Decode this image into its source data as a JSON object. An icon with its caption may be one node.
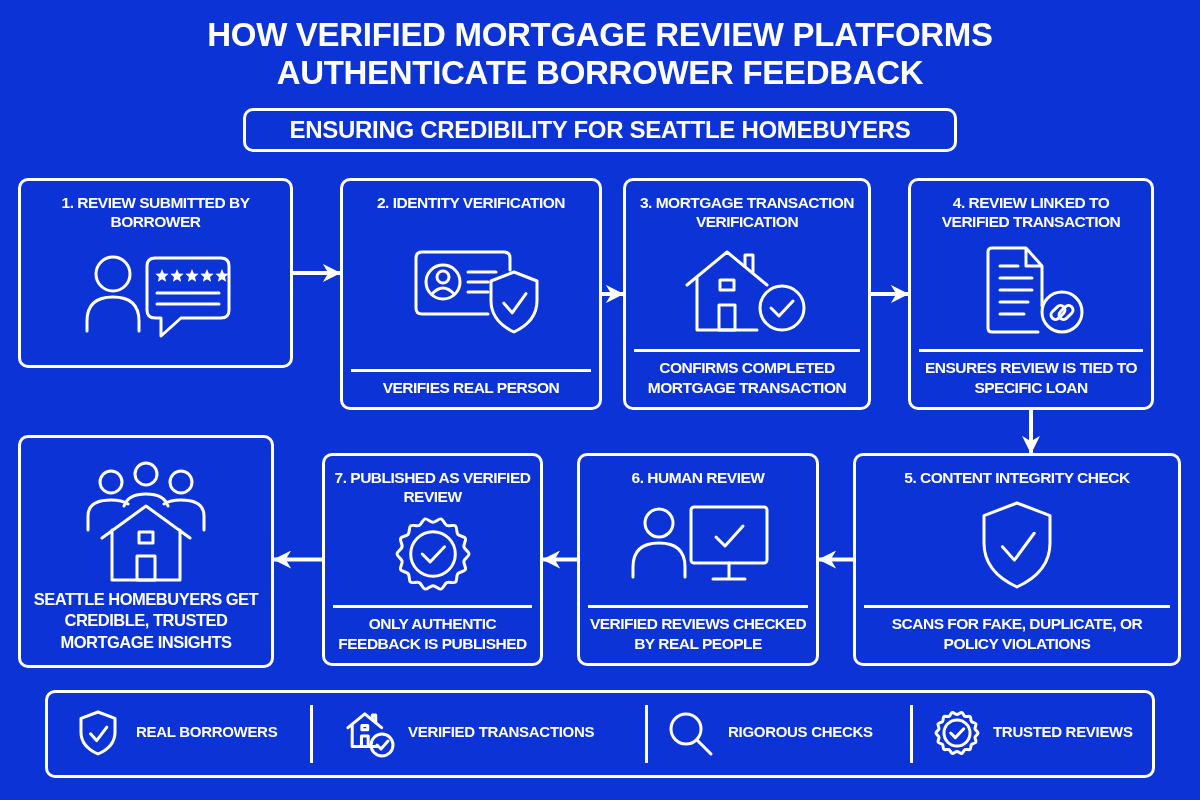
{
  "diagram": {
    "title": "HOW VERIFIED MORTGAGE REVIEW PLATFORMS AUTHENTICATE BORROWER FEEDBACK",
    "nodes": [
      {
        "text": [
          "ENSURING CREDIBILITY FOR SEATTLE HOMEBUYERS"
        ]
      },
      {
        "text": [
          "1. REVIEW SUBMITTED BY BORROWER"
        ]
      },
      {
        "text": [
          "2. IDENTITY VERIFICATION",
          "VERIFIES REAL PERSON"
        ]
      },
      {
        "text": [
          "3. MORTGAGE TRANSACTION VERIFICATION",
          "CONFIRMS COMPLETED MORTGAGE TRANSACTION"
        ]
      },
      {
        "text": [
          "4. REVIEW LINKED TO VERIFIED TRANSACTION",
          "ENSURES REVIEW IS TIED TO SPECIFIC LOAN"
        ]
      },
      {
        "text": [
          "SEATTLE HOMEBUYERS GET CREDIBLE, TRUSTED MORTGAGE INSIGHTS"
        ]
      },
      {
        "text": [
          "7. PUBLISHED AS VERIFIED REVIEW",
          "ONLY AUTHENTIC FEEDBACK IS PUBLISHED"
        ]
      },
      {
        "text": [
          "6. HUMAN REVIEW",
          "VERIFIED REVIEWS CHECKED BY REAL PEOPLE"
        ]
      },
      {
        "text": [
          "5. CONTENT INTEGRITY CHECK",
          "SCANS FOR FAKE, DUPLICATE, OR POLICY VIOLATIONS"
        ]
      },
      {
        "text": [
          "REAL BORROWERS",
          "VERIFIED TRANSACTIONS",
          "RIGOROUS CHECKS",
          "TRUSTED REVIEWS"
        ]
      }
    ],
    "edges": [
      {
        "from": 1,
        "to": 2,
        "arrow": "to"
      },
      {
        "from": 2,
        "to": 3,
        "arrow": "to"
      },
      {
        "from": 3,
        "to": 4,
        "arrow": "to"
      },
      {
        "from": 4,
        "to": 8,
        "arrow": "to"
      },
      {
        "from": 8,
        "to": 7,
        "arrow": "to"
      },
      {
        "from": 7,
        "to": 6,
        "arrow": "to"
      },
      {
        "from": 6,
        "to": 5,
        "arrow": "to"
      }
    ]
  }
}
